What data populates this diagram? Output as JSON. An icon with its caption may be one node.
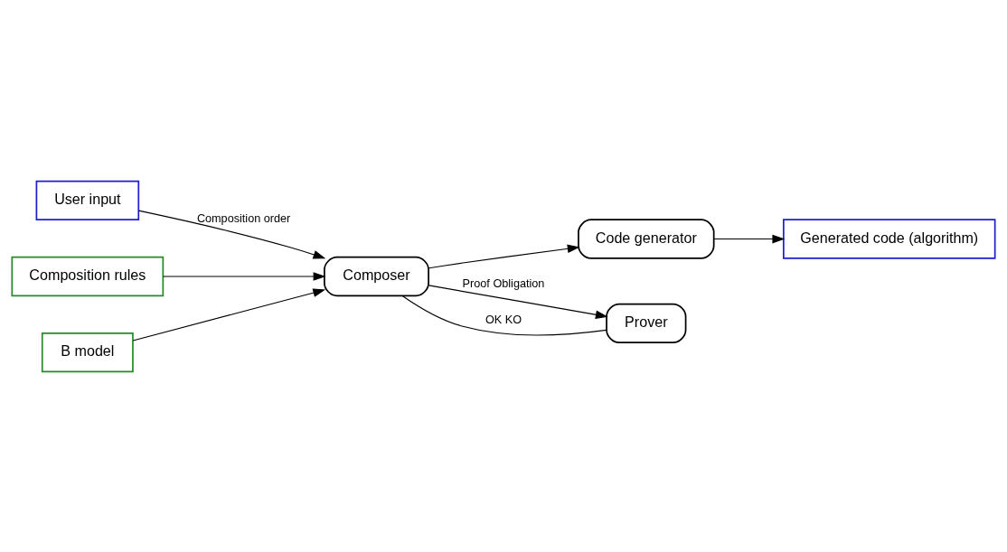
{
  "diagram": {
    "nodes": [
      {
        "text": [
          "User input"
        ]
      },
      {
        "text": [
          "Composition rules"
        ]
      },
      {
        "text": [
          "B model"
        ]
      },
      {
        "text": [
          "Composer"
        ]
      },
      {
        "text": [
          "Code generator"
        ]
      },
      {
        "text": [
          "Generated code (algorithm)"
        ]
      },
      {
        "text": [
          "Prover"
        ]
      }
    ],
    "edges": [
      {
        "from": 1,
        "to": 3,
        "arrow": "to"
      },
      {
        "from": 0,
        "to": 3,
        "arrow": "to",
        "label": "Composition order"
      },
      {
        "from": 2,
        "to": 3,
        "arrow": "to"
      },
      {
        "from": 3,
        "to": 4,
        "arrow": "to"
      },
      {
        "from": 4,
        "to": 5,
        "arrow": "to"
      },
      {
        "from": 3,
        "to": 6,
        "arrow": "to",
        "label": "Proof Obligation"
      },
      {
        "from": 6,
        "to": 3,
        "arrow": "none",
        "label": "OK KO"
      }
    ]
  }
}
